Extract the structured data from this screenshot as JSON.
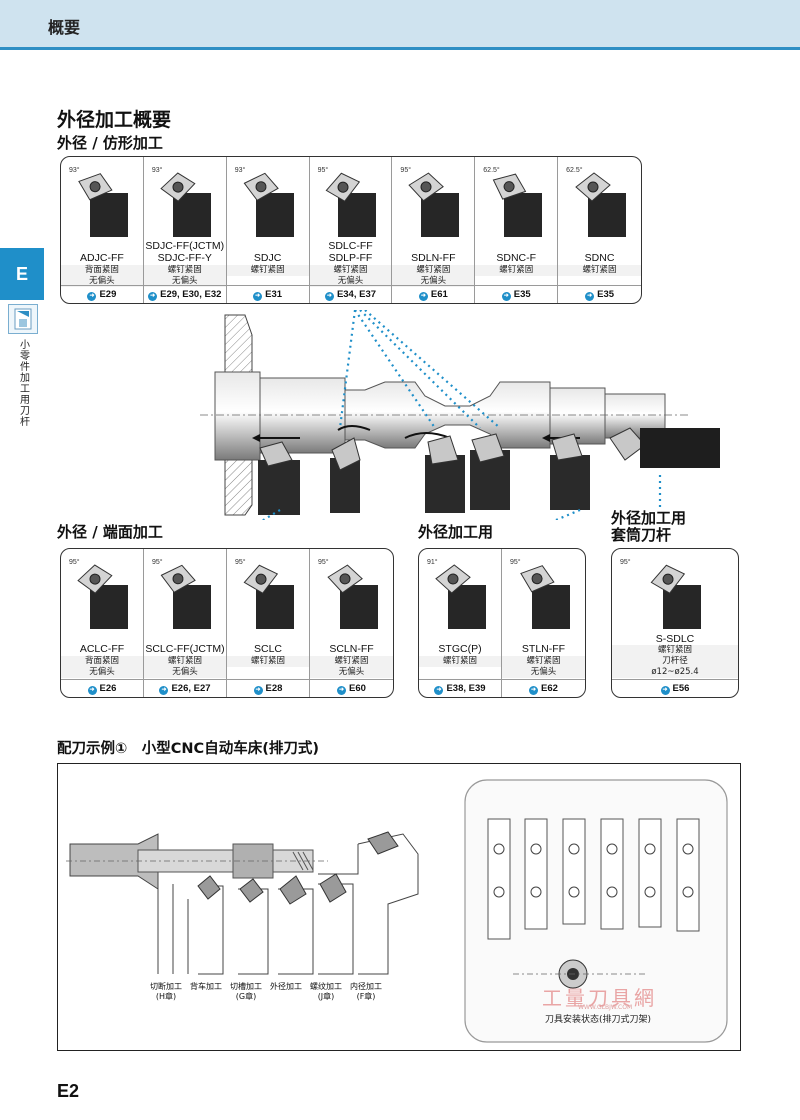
{
  "header": {
    "title": "概要"
  },
  "side": {
    "tab": "E",
    "label": "小零件加工用刀杆"
  },
  "section": {
    "title": "外径加工概要",
    "sub_od_profile": "外径 / 仿形加工",
    "sub_od_face": "外径 / 端面加工",
    "sub_od": "外径加工用",
    "sub_sleeve": "外径加工用\n套筒刀杆"
  },
  "top_tools": [
    {
      "name": "ADJC-FF",
      "desc": "背面紧固\n无偏头",
      "ref": "E29",
      "angle": "93°"
    },
    {
      "name": "SDJC-FF(JCTM)\nSDJC-FF-Y",
      "desc": "螺钉紧固\n无偏头",
      "ref": "E29, E30, E32",
      "angle": "93°"
    },
    {
      "name": "SDJC",
      "desc": "螺钉紧固",
      "ref": "E31",
      "angle": "93°"
    },
    {
      "name": "SDLC-FF\nSDLP-FF",
      "desc": "螺钉紧固\n无偏头",
      "ref": "E34, E37",
      "angle": "95°"
    },
    {
      "name": "SDLN-FF",
      "desc": "螺钉紧固\n无偏头",
      "ref": "E61",
      "angle": "95°"
    },
    {
      "name": "SDNC-F",
      "desc": "螺钉紧固",
      "ref": "E35",
      "angle": "62.5°"
    },
    {
      "name": "SDNC",
      "desc": "螺钉紧固",
      "ref": "E35",
      "angle": "62.5°"
    }
  ],
  "face_tools": [
    {
      "name": "ACLC-FF",
      "desc": "背面紧固\n无偏头",
      "ref": "E26",
      "angle": "95°"
    },
    {
      "name": "SCLC-FF(JCTM)",
      "desc": "螺钉紧固\n无偏头",
      "ref": "E26, E27",
      "angle": "95°"
    },
    {
      "name": "SCLC",
      "desc": "螺钉紧固",
      "ref": "E28",
      "angle": "95°"
    },
    {
      "name": "SCLN-FF",
      "desc": "螺钉紧固\n无偏头",
      "ref": "E60",
      "angle": "95°"
    }
  ],
  "od_tools": [
    {
      "name": "STGC(P)",
      "desc": "螺钉紧固",
      "ref": "E38, E39",
      "angle": "91°"
    },
    {
      "name": "STLN-FF",
      "desc": "螺钉紧固\n无偏头",
      "ref": "E62",
      "angle": "95°"
    }
  ],
  "sleeve_tools": [
    {
      "name": "S-SDLC",
      "desc": "螺钉紧固\n刀杆径\nø12~ø25.4",
      "ref": "E56",
      "angle": "95°"
    }
  ],
  "example": {
    "title": "配刀示例①　小型CNC自动车床(排刀式)",
    "labels": [
      "切断加工\n(H章)",
      "背车加工",
      "切槽加工\n(G章)",
      "外径加工",
      "螺纹加工\n(J章)",
      "内径加工\n(F章)"
    ],
    "gang_caption": "刀具安装状态(排刀式刀架)",
    "watermark": "工量刀具網",
    "watermark_url": "WWW.GLBJW.COM"
  },
  "page_number": "E2",
  "colors": {
    "accent": "#1f8fc9",
    "header_bg": "#cfe3ef"
  }
}
